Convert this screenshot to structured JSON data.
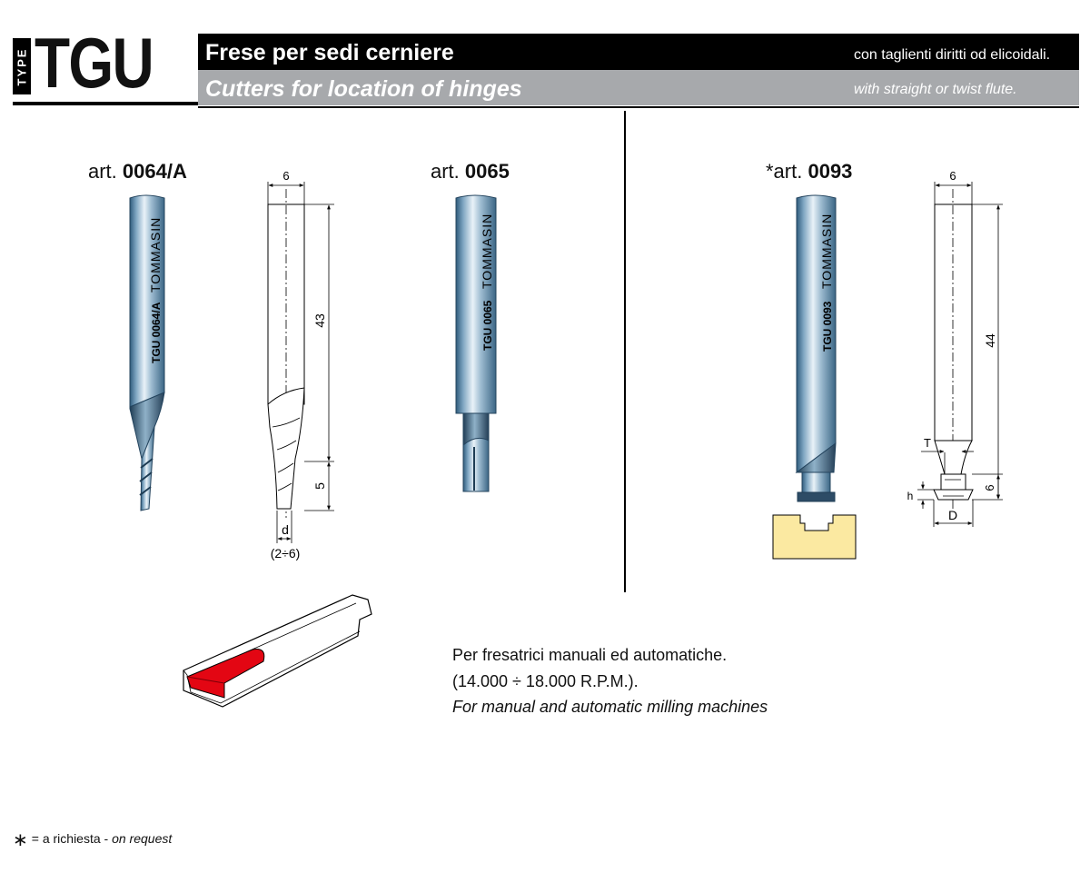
{
  "header": {
    "type_label": "TYPE",
    "code": "TGU",
    "title_it": "Frese per sedi cerniere",
    "subtitle_it": "con taglienti diritti od elicoidali.",
    "title_en": "Cutters for location of hinges",
    "subtitle_en": "with straight or twist flute."
  },
  "articles": [
    {
      "prefix": "art. ",
      "code": "0064/A",
      "shank_label": "TGU 0064/A",
      "brand": "TOMMASIN"
    },
    {
      "prefix": "art. ",
      "code": "0065",
      "shank_label": "TGU 0065",
      "brand": "TOMMASIN"
    },
    {
      "prefix": "*art. ",
      "code": "0093",
      "shank_label": "TGU 0093",
      "brand": "TOMMASIN"
    }
  ],
  "dimensions_left": {
    "width": "6",
    "length": "43",
    "cut": "5",
    "diameter": "d",
    "range": "(2÷6)"
  },
  "dimensions_right": {
    "width": "6",
    "length": "44",
    "t": "T",
    "h": "h",
    "cut": "6",
    "diameter": "D"
  },
  "description": {
    "line1": "Per fresatrici manuali ed automatiche.",
    "line2": "(14.000 ÷ 18.000 R.P.M.).",
    "line3_en": "For manual and automatic milling machines"
  },
  "footnote": {
    "star": "∗",
    "text_it": "= a richiesta - ",
    "text_en": "on request"
  },
  "colors": {
    "accent_red": "#e30613",
    "profile_yellow": "#fbe9a1",
    "grey_band": "#a7a9ac",
    "steel_blue": "#7fa6c2"
  }
}
